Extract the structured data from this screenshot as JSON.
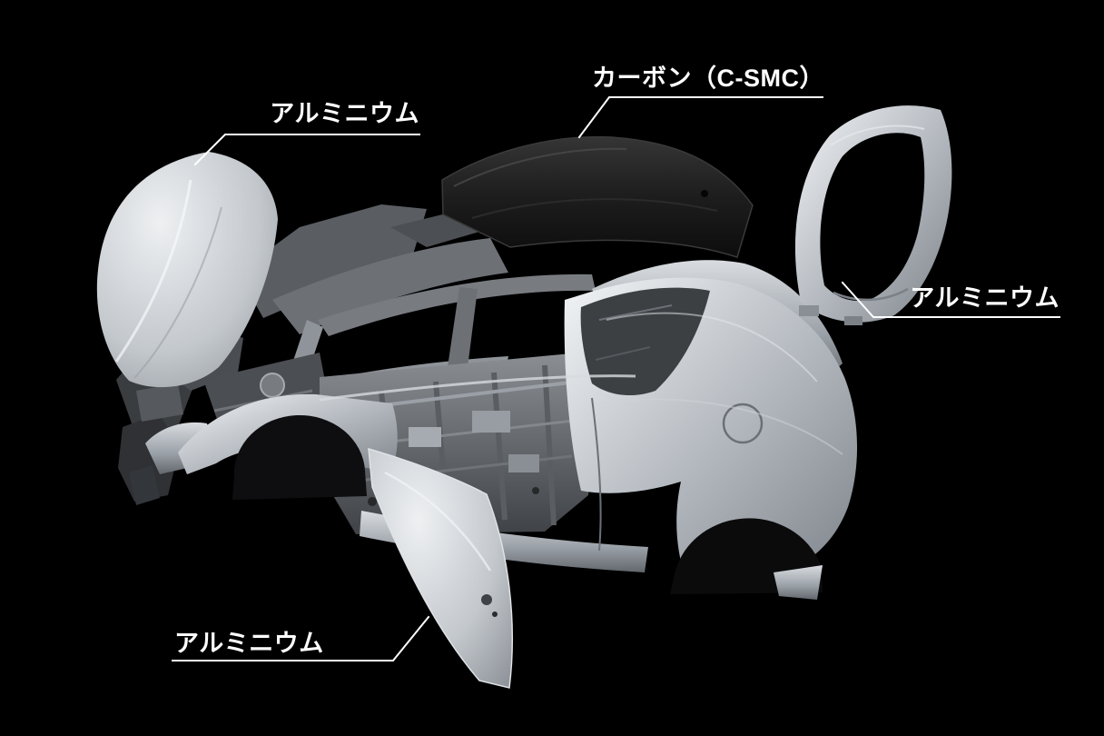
{
  "background_color": "#000000",
  "callout_style": {
    "line_color": "#ffffff",
    "text_color": "#ffffff"
  },
  "labels": [
    {
      "id": "hood",
      "part": "hood-panel",
      "text": "アルミニウム"
    },
    {
      "id": "roof",
      "part": "carbon-roof-panel",
      "text": "カーボン（C-SMC）"
    },
    {
      "id": "rear_hatch",
      "part": "rear-hatch-frame",
      "text": "アルミニウム"
    },
    {
      "id": "front_door",
      "part": "front-door-panel",
      "text": "アルミニウム"
    }
  ],
  "illustration": {
    "subject": "exploded-view-of-car-body-shell-showing-material-of-detached-panels",
    "parts": [
      {
        "name": "hood-panel",
        "finish": "silver-aluminum"
      },
      {
        "name": "carbon-roof-panel",
        "finish": "carbon-black"
      },
      {
        "name": "rear-hatch-frame",
        "finish": "silver-aluminum"
      },
      {
        "name": "front-door-panel",
        "finish": "silver-aluminum"
      },
      {
        "name": "body-shell",
        "finish": "bare-metal-structure"
      }
    ],
    "colors": {
      "silver_light": "#eef0f2",
      "silver_mid": "#b7bcc2",
      "silver_dark": "#62676d",
      "structure_gray": "#4a4d51",
      "carbon_black": "#1d1d1d"
    }
  }
}
